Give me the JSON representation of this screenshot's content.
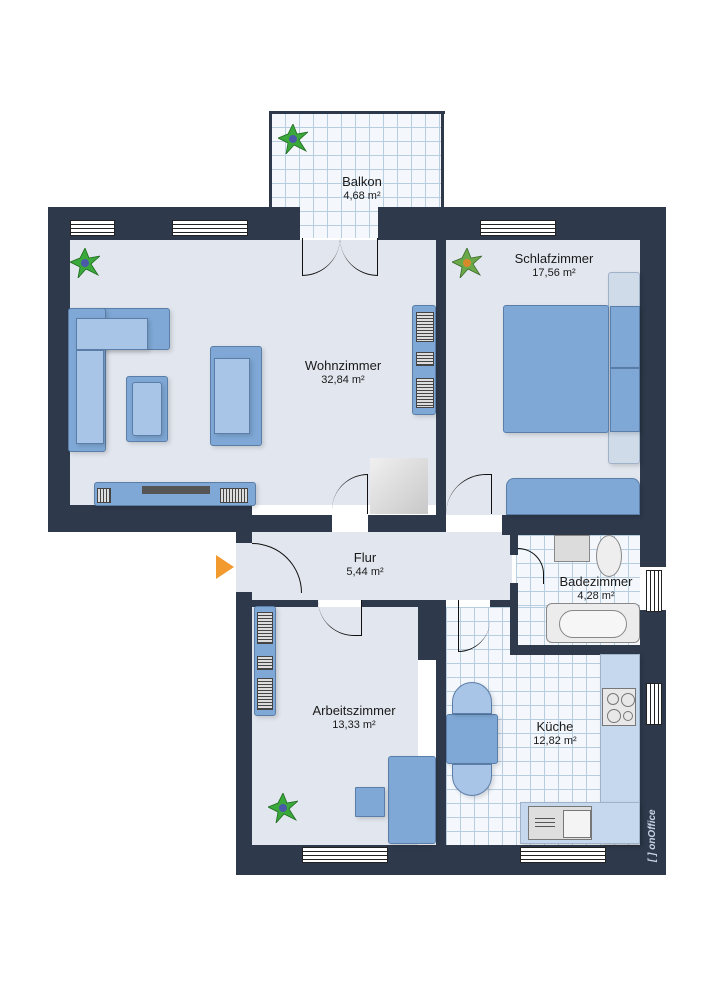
{
  "rooms": [
    {
      "id": "balkon",
      "name": "Balkon",
      "area": "4,68 m²"
    },
    {
      "id": "wohnzimmer",
      "name": "Wohnzimmer",
      "area": "32,84 m²"
    },
    {
      "id": "schlafzimmer",
      "name": "Schlafzimmer",
      "area": "17,56 m²"
    },
    {
      "id": "flur",
      "name": "Flur",
      "area": "5,44 m²"
    },
    {
      "id": "badezimmer",
      "name": "Badezimmer",
      "area": "4,28 m²"
    },
    {
      "id": "arbeitszimmer",
      "name": "Arbeitszimmer",
      "area": "13,33 m²"
    },
    {
      "id": "kueche",
      "name": "Küche",
      "area": "12,82 m²"
    }
  ],
  "branding": {
    "logo": "[ ] onOffice"
  },
  "entrance": {
    "icon": "entrance-arrow-icon"
  },
  "colors": {
    "wall": "#2e3a4c",
    "floor": "#e2e6ee",
    "tile": "#f4f8fc",
    "furniture": "#7fa8d6",
    "entrance": "#f29a2e"
  }
}
